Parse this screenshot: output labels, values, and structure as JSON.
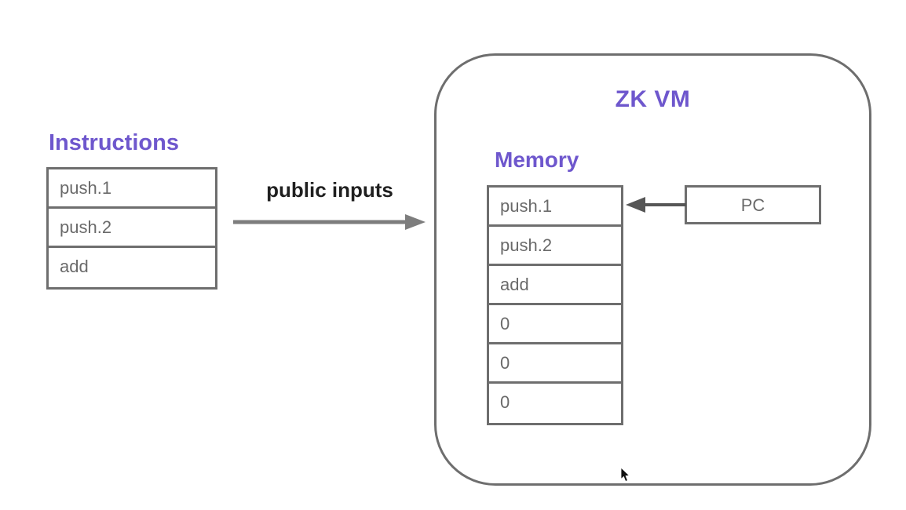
{
  "diagram": {
    "instructions": {
      "title": "Instructions",
      "rows": [
        "push.1",
        "push.2",
        "add"
      ]
    },
    "flow_arrow": {
      "label": "public inputs"
    },
    "zkvm": {
      "title": "ZK VM",
      "memory": {
        "title": "Memory",
        "rows": [
          "push.1",
          "push.2",
          "add",
          "0",
          "0",
          "0"
        ]
      },
      "pc": {
        "label": "PC"
      }
    },
    "colors": {
      "accent_purple": "#6e57cd",
      "border_gray": "#6e6e6e",
      "cell_text_gray": "#6a6a6a",
      "flow_label_dark": "#1f1f1f",
      "flow_arrow_gray": "#7d7d7d",
      "pc_arrow_gray": "#565656"
    }
  }
}
